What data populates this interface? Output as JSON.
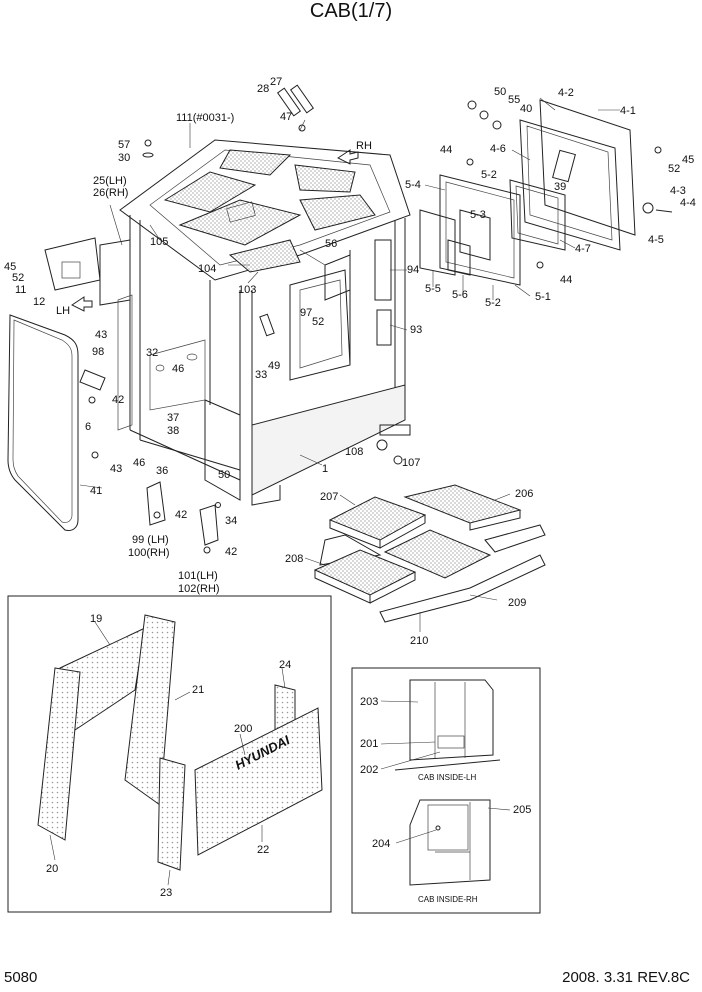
{
  "title": "CAB(1/7)",
  "page_number": "5080",
  "revision": "2008. 3.31  REV.8C",
  "callouts": {
    "c1": "1",
    "c4_1": "4-1",
    "c4_2": "4-2",
    "c4_3": "4-3",
    "c4_4": "4-4",
    "c4_5": "4-5",
    "c4_6": "4-6",
    "c4_7": "4-7",
    "c5_1": "5-1",
    "c5_2a": "5-2",
    "c5_2b": "5-2",
    "c5_3": "5-3",
    "c5_4": "5-4",
    "c5_5": "5-5",
    "c5_6": "5-6",
    "c6": "6",
    "c11": "11",
    "c12": "12",
    "c19": "19",
    "c20": "20",
    "c21": "21",
    "c22": "22",
    "c23": "23",
    "c24": "24",
    "c25": "25(LH)",
    "c26": "26(RH)",
    "c27": "27",
    "c28": "28",
    "c30": "30",
    "c32": "32",
    "c33": "33",
    "c34": "34",
    "c36": "36",
    "c37": "37",
    "c38": "38",
    "c39": "39",
    "c40": "40",
    "c41": "41",
    "c42a": "42",
    "c42b": "42",
    "c42c": "42",
    "c43a": "43",
    "c43b": "43",
    "c44a": "44",
    "c44b": "44",
    "c45a": "45",
    "c45b": "45",
    "c46a": "46",
    "c46b": "46",
    "c47": "47",
    "c49": "49",
    "c50a": "50",
    "c50b": "50",
    "c52a": "52",
    "c52b": "52",
    "c52c": "52",
    "c55": "55",
    "c56": "56",
    "c57": "57",
    "c93": "93",
    "c94": "94",
    "c97": "97",
    "c98": "98",
    "c99": "99 (LH)",
    "c100": "100(RH)",
    "c101": "101(LH)",
    "c102": "102(RH)",
    "c103": "103",
    "c104": "104",
    "c105": "105",
    "c107": "107",
    "c108": "108",
    "c111": "111(#0031-)",
    "c200": "200",
    "c201": "201",
    "c202": "202",
    "c203": "203",
    "c204": "204",
    "c205": "205",
    "c206": "206",
    "c207": "207",
    "c208": "208",
    "c209": "209",
    "c210": "210"
  },
  "direction_labels": {
    "rh": "RH",
    "lh": "LH"
  },
  "inset_labels": {
    "inside_lh": "CAB INSIDE-LH",
    "inside_rh": "CAB INSIDE-RH"
  },
  "brand_text": "HYUNDAI"
}
